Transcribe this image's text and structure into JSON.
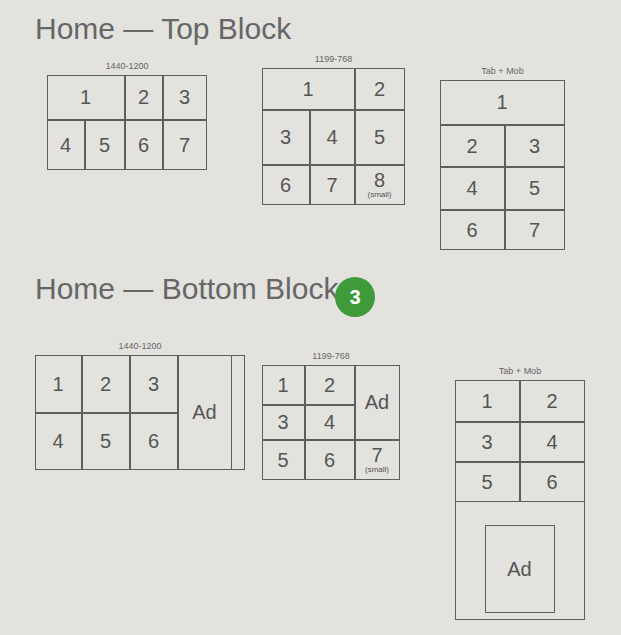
{
  "diagram": {
    "nodes": [
      {
        "text": [
          "1440-1200"
        ]
      },
      {
        "text": [
          "1"
        ],
        "in": 0
      },
      {
        "text": [
          "2"
        ],
        "in": 0
      },
      {
        "text": [
          "3"
        ],
        "in": 0
      },
      {
        "text": [
          "4"
        ],
        "in": 0
      },
      {
        "text": [
          "5"
        ],
        "in": 0
      },
      {
        "text": [
          "6"
        ],
        "in": 0
      },
      {
        "text": [
          "7"
        ],
        "in": 0
      },
      {
        "text": [
          "1199-768"
        ]
      },
      {
        "text": [
          "1"
        ],
        "in": 8
      },
      {
        "text": [
          "2"
        ],
        "in": 8
      },
      {
        "text": [
          "3"
        ],
        "in": 8
      },
      {
        "text": [
          "4"
        ],
        "in": 8
      },
      {
        "text": [
          "5"
        ],
        "in": 8
      },
      {
        "text": [
          "6"
        ],
        "in": 8
      },
      {
        "text": [
          "7"
        ],
        "in": 8
      },
      {
        "text": [
          "8",
          "(small)"
        ],
        "in": 8
      },
      {
        "text": [
          "Tab + Mob"
        ]
      },
      {
        "text": [
          "1"
        ],
        "in": 17
      },
      {
        "text": [
          "2"
        ],
        "in": 17
      },
      {
        "text": [
          "3"
        ],
        "in": 17
      },
      {
        "text": [
          "4"
        ],
        "in": 17
      },
      {
        "text": [
          "5"
        ],
        "in": 17
      },
      {
        "text": [
          "6"
        ],
        "in": 17
      },
      {
        "text": [
          "7"
        ],
        "in": 17
      },
      {
        "text": [
          "1440-1200"
        ]
      },
      {
        "text": [
          "1"
        ],
        "in": 25
      },
      {
        "text": [
          "2"
        ],
        "in": 25
      },
      {
        "text": [
          "3"
        ],
        "in": 25
      },
      {
        "text": [
          "Ad"
        ],
        "in": 25
      },
      {
        "text": [
          "4"
        ],
        "in": 25
      },
      {
        "text": [
          "5"
        ],
        "in": 25
      },
      {
        "text": [
          "6"
        ],
        "in": 25
      },
      {
        "text": [
          "1199-768"
        ]
      },
      {
        "text": [
          "1"
        ],
        "in": 33
      },
      {
        "text": [
          "2"
        ],
        "in": 33
      },
      {
        "text": [
          "Ad"
        ],
        "in": 33
      },
      {
        "text": [
          "3"
        ],
        "in": 33
      },
      {
        "text": [
          "4"
        ],
        "in": 33
      },
      {
        "text": [
          "5"
        ],
        "in": 33
      },
      {
        "text": [
          "6"
        ],
        "in": 33
      },
      {
        "text": [
          "7",
          "(small)"
        ],
        "in": 33
      },
      {
        "text": [
          "Tab + Mob"
        ]
      },
      {
        "text": [
          "1"
        ],
        "in": 42
      },
      {
        "text": [
          "2"
        ],
        "in": 42
      },
      {
        "text": [
          "3"
        ],
        "in": 42
      },
      {
        "text": [
          "4"
        ],
        "in": 42
      },
      {
        "text": [
          "5"
        ],
        "in": 42
      },
      {
        "text": [
          "6"
        ],
        "in": 42
      },
      {
        "text": [
          "Ad"
        ],
        "in": 42
      }
    ],
    "labels": [
      "Home — Top Block",
      "Home — Bottom Block",
      "3"
    ]
  }
}
